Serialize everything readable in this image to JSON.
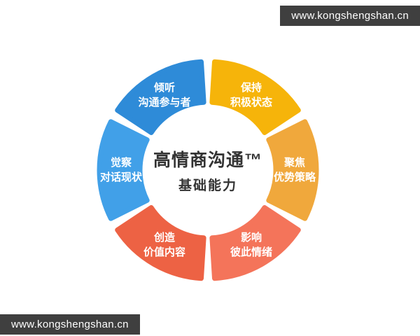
{
  "watermark": {
    "top_text": "www.kongshengshan.cn",
    "bottom_text": "www.kongshengshan.cn",
    "bar_color": "#3f3f3f"
  },
  "chart_data": {
    "type": "donut-diagram",
    "center": {
      "title": "高情商沟通™",
      "subtitle": "基础能力"
    },
    "segments": [
      {
        "id": "maintain-positive-state",
        "label": "保持\n积极状态",
        "color": "#F6B40A",
        "position": "top-right"
      },
      {
        "id": "focus-advantage-strategy",
        "label": "聚焦\n优势策略",
        "color": "#F0A83C",
        "position": "right"
      },
      {
        "id": "influence-mutual-emotions",
        "label": "影响\n彼此情绪",
        "color": "#F4745A",
        "position": "bottom-right"
      },
      {
        "id": "create-valuable-content",
        "label": "创造\n价值内容",
        "color": "#ED6244",
        "position": "bottom-left"
      },
      {
        "id": "perceive-dialogue-status",
        "label": "觉察\n对话现状",
        "color": "#41A0E8",
        "position": "left"
      },
      {
        "id": "listen-to-participants",
        "label": "倾听\n沟通参与者",
        "color": "#2E8BD8",
        "position": "top-left"
      }
    ]
  }
}
